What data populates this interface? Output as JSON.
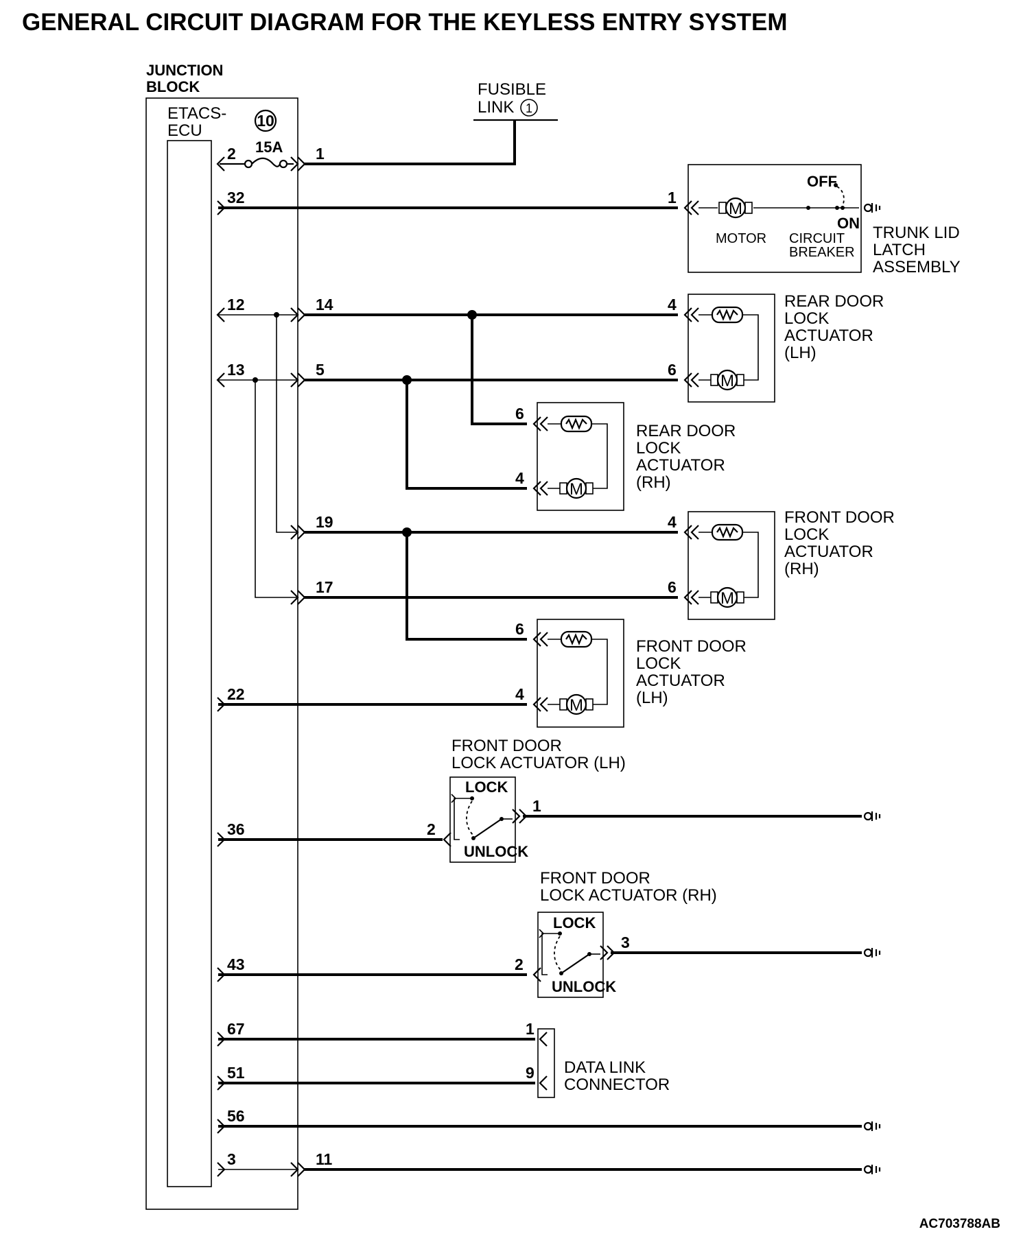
{
  "title": "GENERAL CIRCUIT DIAGRAM FOR THE KEYLESS ENTRY SYSTEM",
  "junction_block": {
    "line1": "JUNCTION",
    "line2": "BLOCK"
  },
  "ecu": {
    "line1": "ETACS-",
    "line2": "ECU",
    "fuse_number": "10",
    "fuse_rating": "15A"
  },
  "fusible_link": {
    "line1": "FUSIBLE",
    "line2": "LINK",
    "number": "1"
  },
  "trunk_lid": {
    "label1": "TRUNK LID",
    "label2": "LATCH",
    "label3": "ASSEMBLY",
    "motor": "MOTOR",
    "breaker1": "CIRCUIT",
    "breaker2": "BREAKER",
    "off": "OFF",
    "on": "ON",
    "motor_symbol": "M"
  },
  "actuators": {
    "rear_lh": [
      "REAR DOOR",
      "LOCK",
      "ACTUATOR",
      "(LH)"
    ],
    "rear_rh": [
      "REAR DOOR",
      "LOCK",
      "ACTUATOR",
      "(RH)"
    ],
    "front_rh": [
      "FRONT DOOR",
      "LOCK",
      "ACTUATOR",
      "(RH)"
    ],
    "front_lh": [
      "FRONT DOOR",
      "LOCK",
      "ACTUATOR",
      "(LH)"
    ]
  },
  "lock_switches": {
    "lh": {
      "line1": "FRONT DOOR",
      "line2": "LOCK ACTUATOR (LH)",
      "lock": "LOCK",
      "unlock": "UNLOCK"
    },
    "rh": {
      "line1": "FRONT DOOR",
      "line2": "LOCK ACTUATOR (RH)",
      "lock": "LOCK",
      "unlock": "UNLOCK"
    }
  },
  "data_link": {
    "line1": "DATA LINK",
    "line2": "CONNECTOR"
  },
  "pins": {
    "ecu_2": "2",
    "jb_1": "1",
    "ecu_32": "32",
    "trunk_1": "1",
    "ecu_12": "12",
    "jb_14": "14",
    "ecu_13": "13",
    "jb_5": "5",
    "rlh_4": "4",
    "rlh_6": "6",
    "rrh_6": "6",
    "rrh_4": "4",
    "jb_19": "19",
    "jb_17": "17",
    "frh_4": "4",
    "frh_6": "6",
    "flh_6": "6",
    "ecu_22": "22",
    "flh_4": "4",
    "ecu_36": "36",
    "swl_2": "2",
    "swl_1": "1",
    "ecu_43": "43",
    "swr_2": "2",
    "swr_3": "3",
    "ecu_67": "67",
    "dlc_1": "1",
    "ecu_51": "51",
    "dlc_9": "9",
    "ecu_56": "56",
    "ecu_3": "3",
    "jb_11": "11"
  },
  "figure_code": "AC703788AB"
}
